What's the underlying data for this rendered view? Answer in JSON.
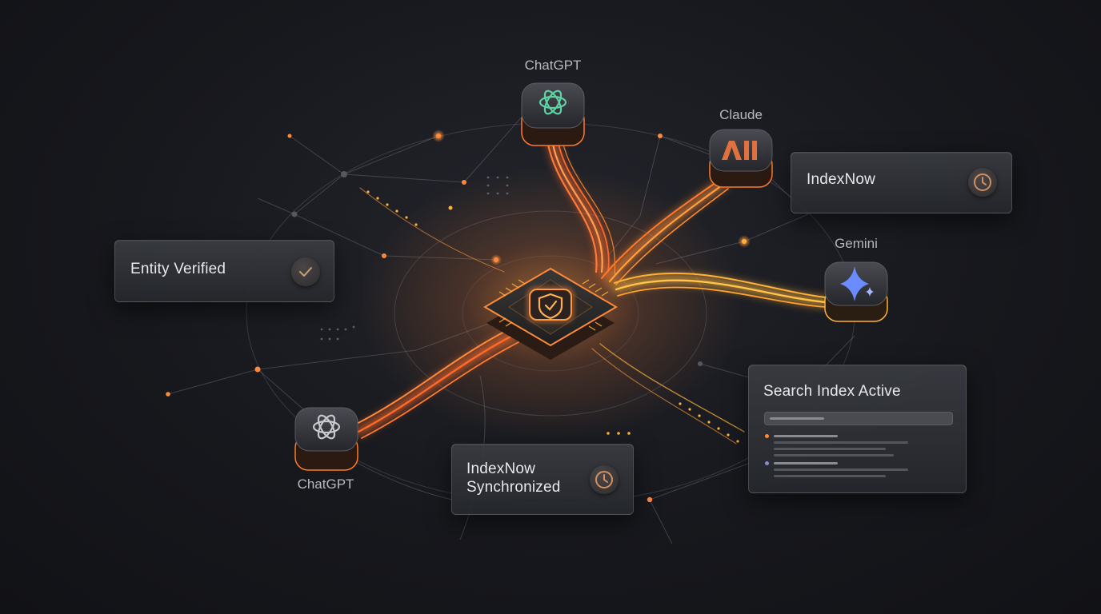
{
  "nodes": {
    "top": {
      "label": "ChatGPT"
    },
    "claude": {
      "label": "Claude"
    },
    "gemini": {
      "label": "Gemini"
    },
    "bottom_left": {
      "label": "ChatGPT"
    }
  },
  "cards": {
    "entity": {
      "label": "Entity Verified"
    },
    "indexnow": {
      "label": "IndexNow"
    },
    "sync": {
      "label_line1": "IndexNow",
      "label_line2": "Synchronized"
    },
    "search": {
      "label": "Search Index Active"
    }
  },
  "colors": {
    "accent": "#ff7a2a",
    "accent_warm": "#ffb23a",
    "openai_green": "#5fd3a5",
    "claude_orange": "#e0703e",
    "gemini_blue": "#6a8cff"
  }
}
